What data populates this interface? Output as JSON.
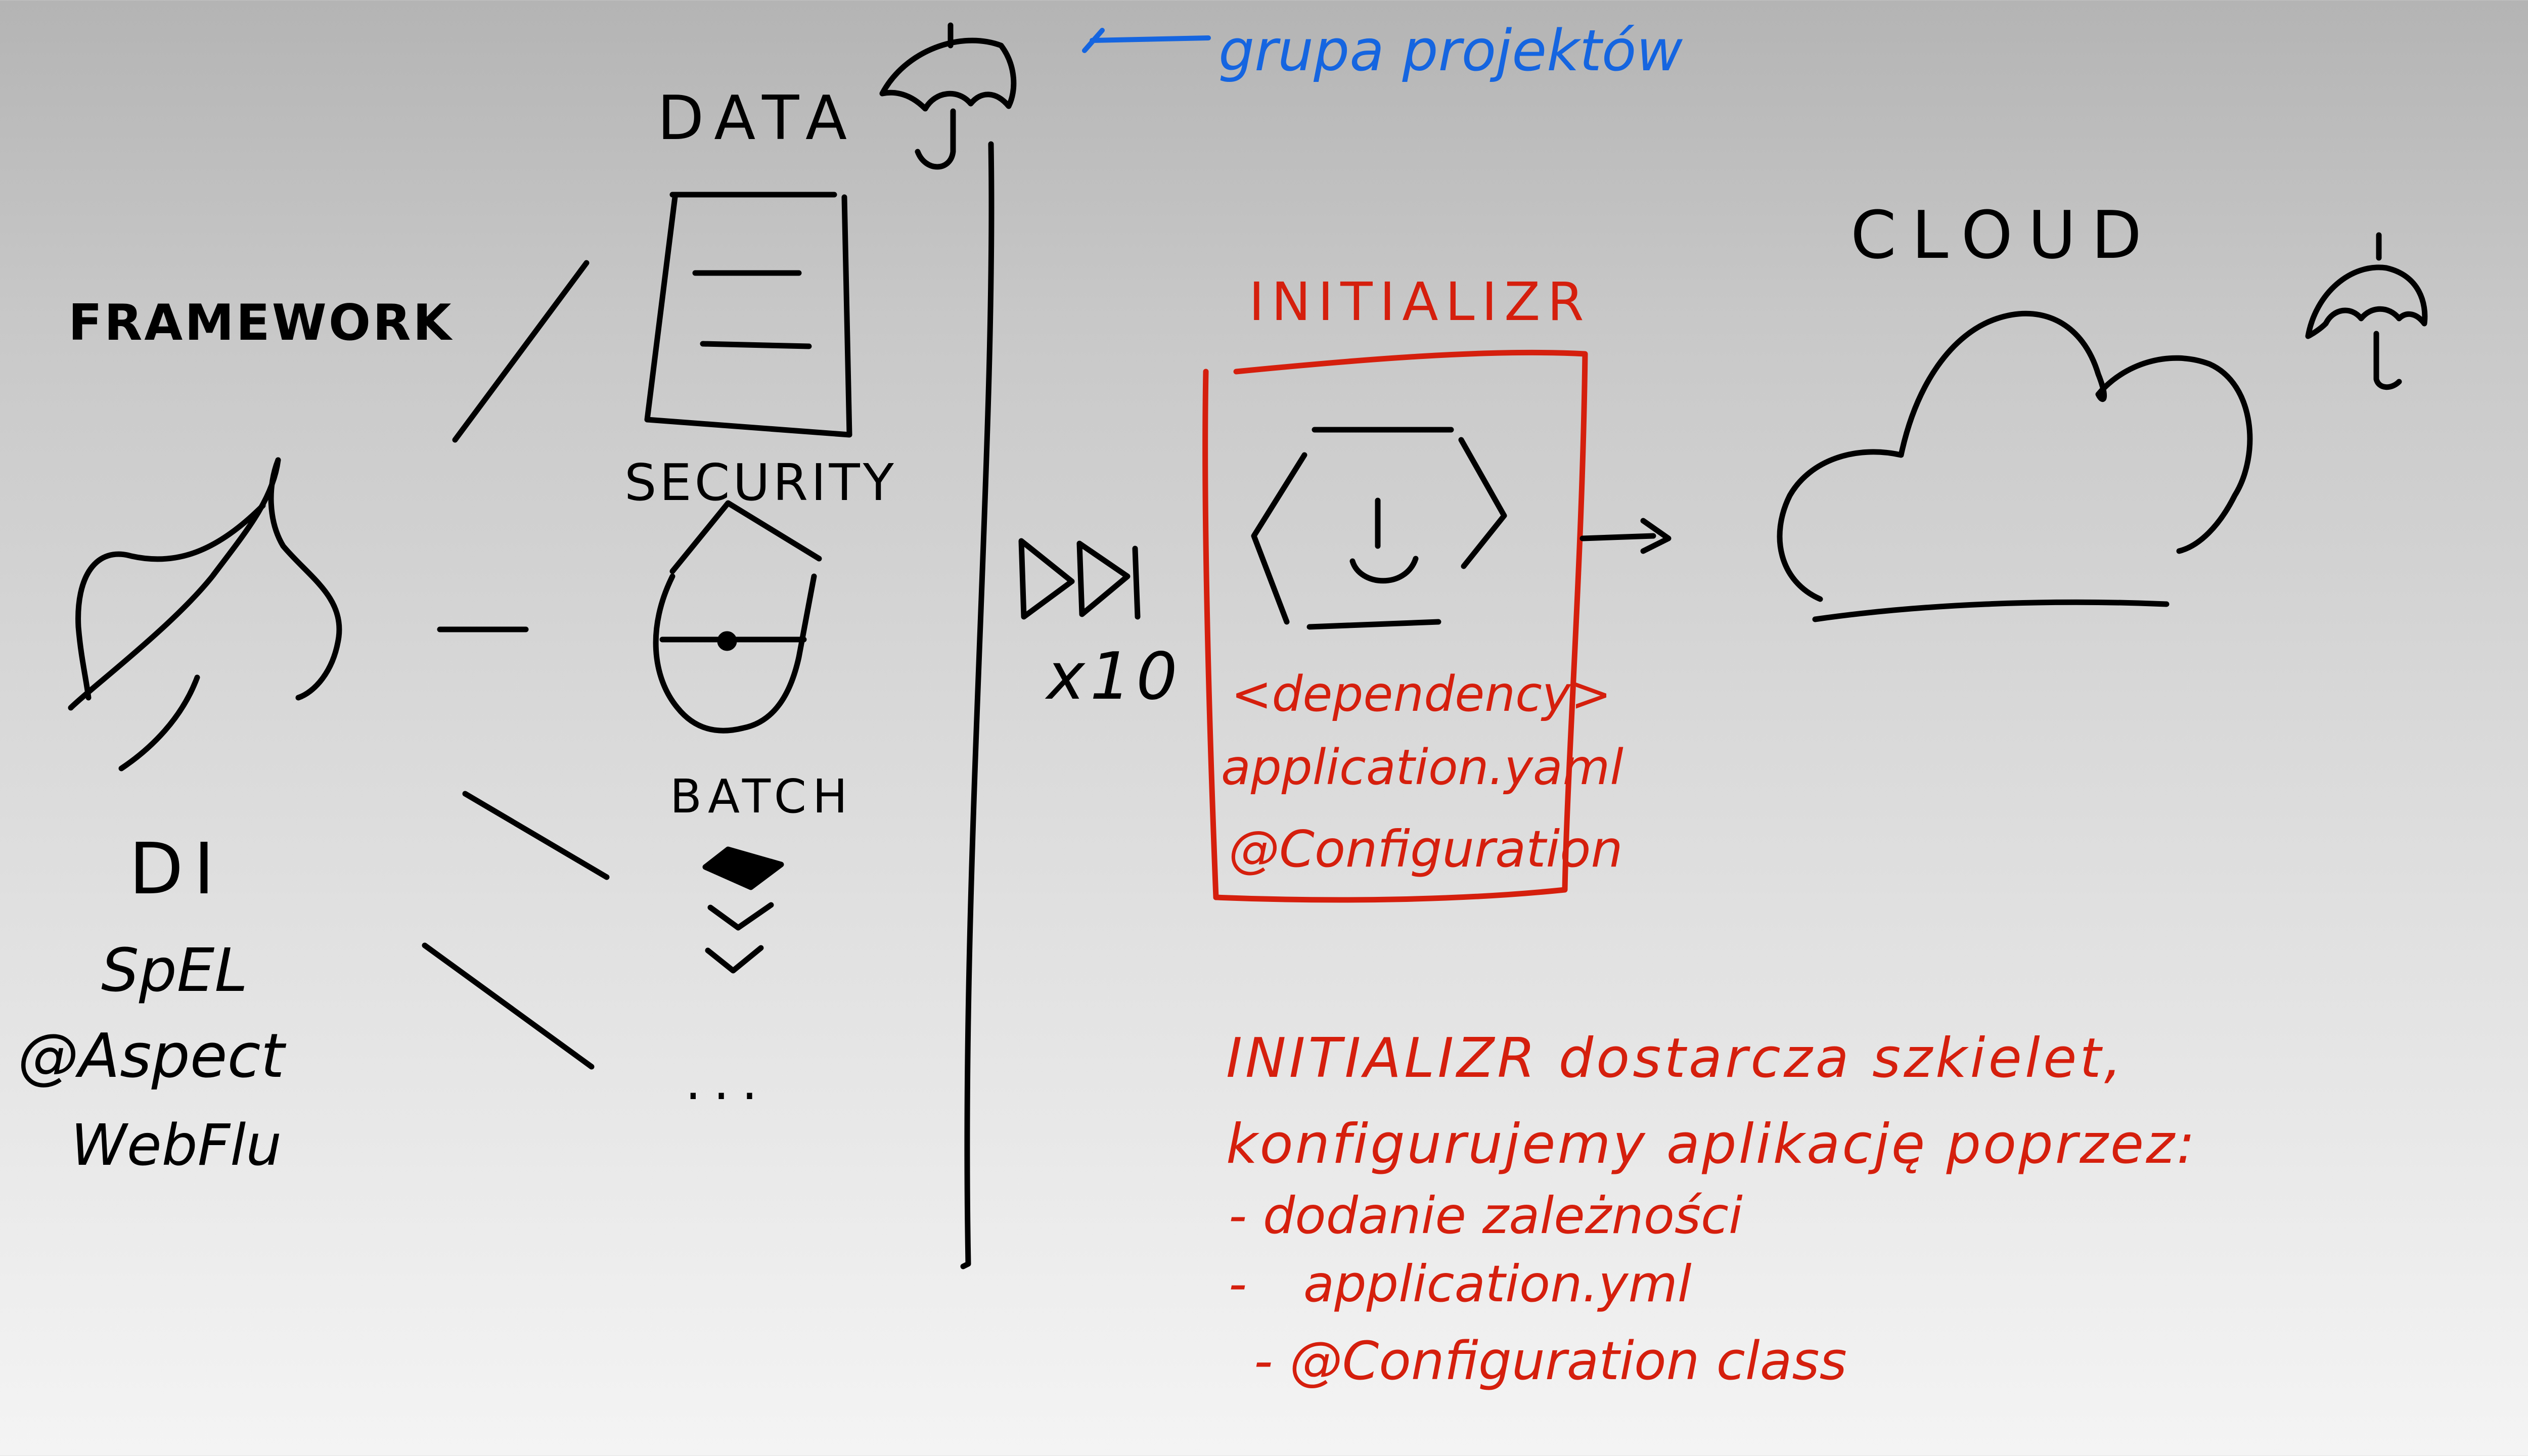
{
  "colors": {
    "ink": "#000000",
    "accent": "#d51f0d",
    "note": "#1565e0"
  },
  "left": {
    "framework": "FRAMEWORK",
    "items": [
      "DI",
      "SpEL",
      "@Aspect",
      "WebFlu"
    ]
  },
  "modules": {
    "data": "DATA",
    "security": "SECURITY",
    "batch": "BATCH",
    "more": "..."
  },
  "group_note": "grupa projektów",
  "multiplier": "x10",
  "initializr": {
    "title": "INITIALIZR",
    "lines": [
      "<dependency>",
      "application.yaml",
      "@Configuration"
    ]
  },
  "cloud": "CLOUD",
  "summary": {
    "heading": "INITIALIZR dostarcza szkielet,",
    "line2": "konfigurujemy aplikację poprzez:",
    "bullets": [
      "- dodanie zależności",
      "- application.yml",
      "- @Configuration class"
    ]
  }
}
